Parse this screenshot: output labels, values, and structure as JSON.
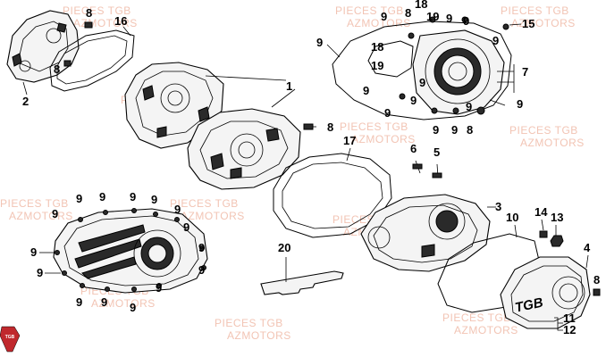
{
  "watermark": {
    "line1": "PIECES TGB",
    "line2": "AZMOTORS",
    "color": "#f2c4b4"
  },
  "logo": {
    "text": "TGB",
    "color": "#c0282d"
  },
  "callouts": {
    "c1": "1",
    "c2": "2",
    "c3": "3",
    "c4": "4",
    "c5": "5",
    "c6": "6",
    "c7": "7",
    "c8": "8",
    "c9": "9",
    "c10": "10",
    "c11": "11",
    "c12": "12",
    "c13": "13",
    "c14": "14",
    "c15": "15",
    "c16": "16",
    "c17": "17",
    "c18": "18",
    "c19": "19",
    "c20": "20"
  }
}
